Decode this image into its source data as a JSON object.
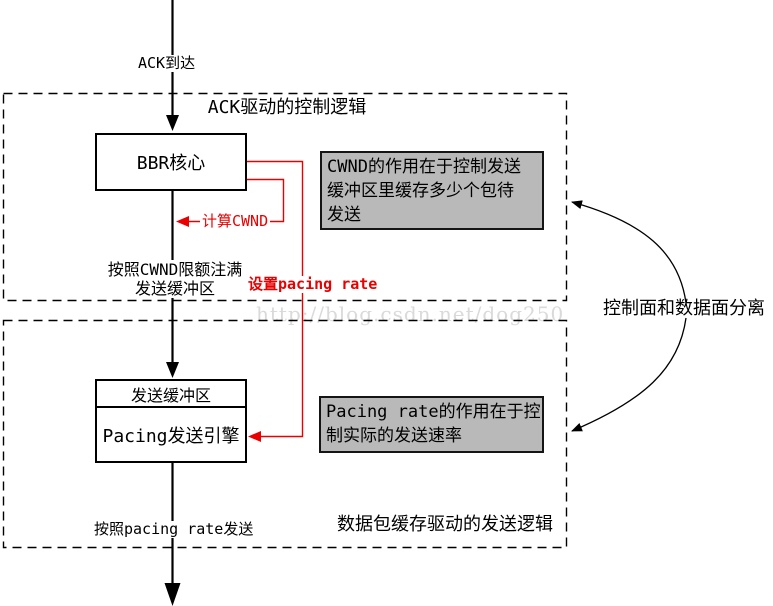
{
  "diagram": {
    "ack_arrival_label": "ACK到达",
    "control_plane_box": {
      "title": "ACK驱动的控制逻辑",
      "bbr_core_label": "BBR核心",
      "calc_cwnd_label": "计算CWND",
      "fill_buffer_lines": [
        "按照CWND限额注满",
        "发送缓冲区"
      ],
      "set_pacing_rate_label": "设置pacing rate",
      "cwnd_note_lines": [
        "CWND的作用在于控制发送",
        "缓冲区里缓存多少个包待",
        "发送"
      ]
    },
    "data_plane_box": {
      "title": "数据包缓存驱动的发送逻辑",
      "send_buffer_label": "发送缓冲区",
      "pacing_engine_label": "Pacing发送引擎",
      "pacing_note_lines": [
        "Pacing rate的作用在于控",
        "制实际的发送速率"
      ],
      "send_by_pacing_label": "按照pacing rate发送"
    },
    "separation_label": "控制面和数据面分离",
    "watermark": "http://blog.csdn.net/dog250"
  },
  "colors": {
    "line_black": "#000000",
    "accent_red": "#e90000",
    "note_fill": "#b9b9b9",
    "note_border": "#151515",
    "watermark_gray": "#dadada",
    "background": "#ffffff"
  }
}
